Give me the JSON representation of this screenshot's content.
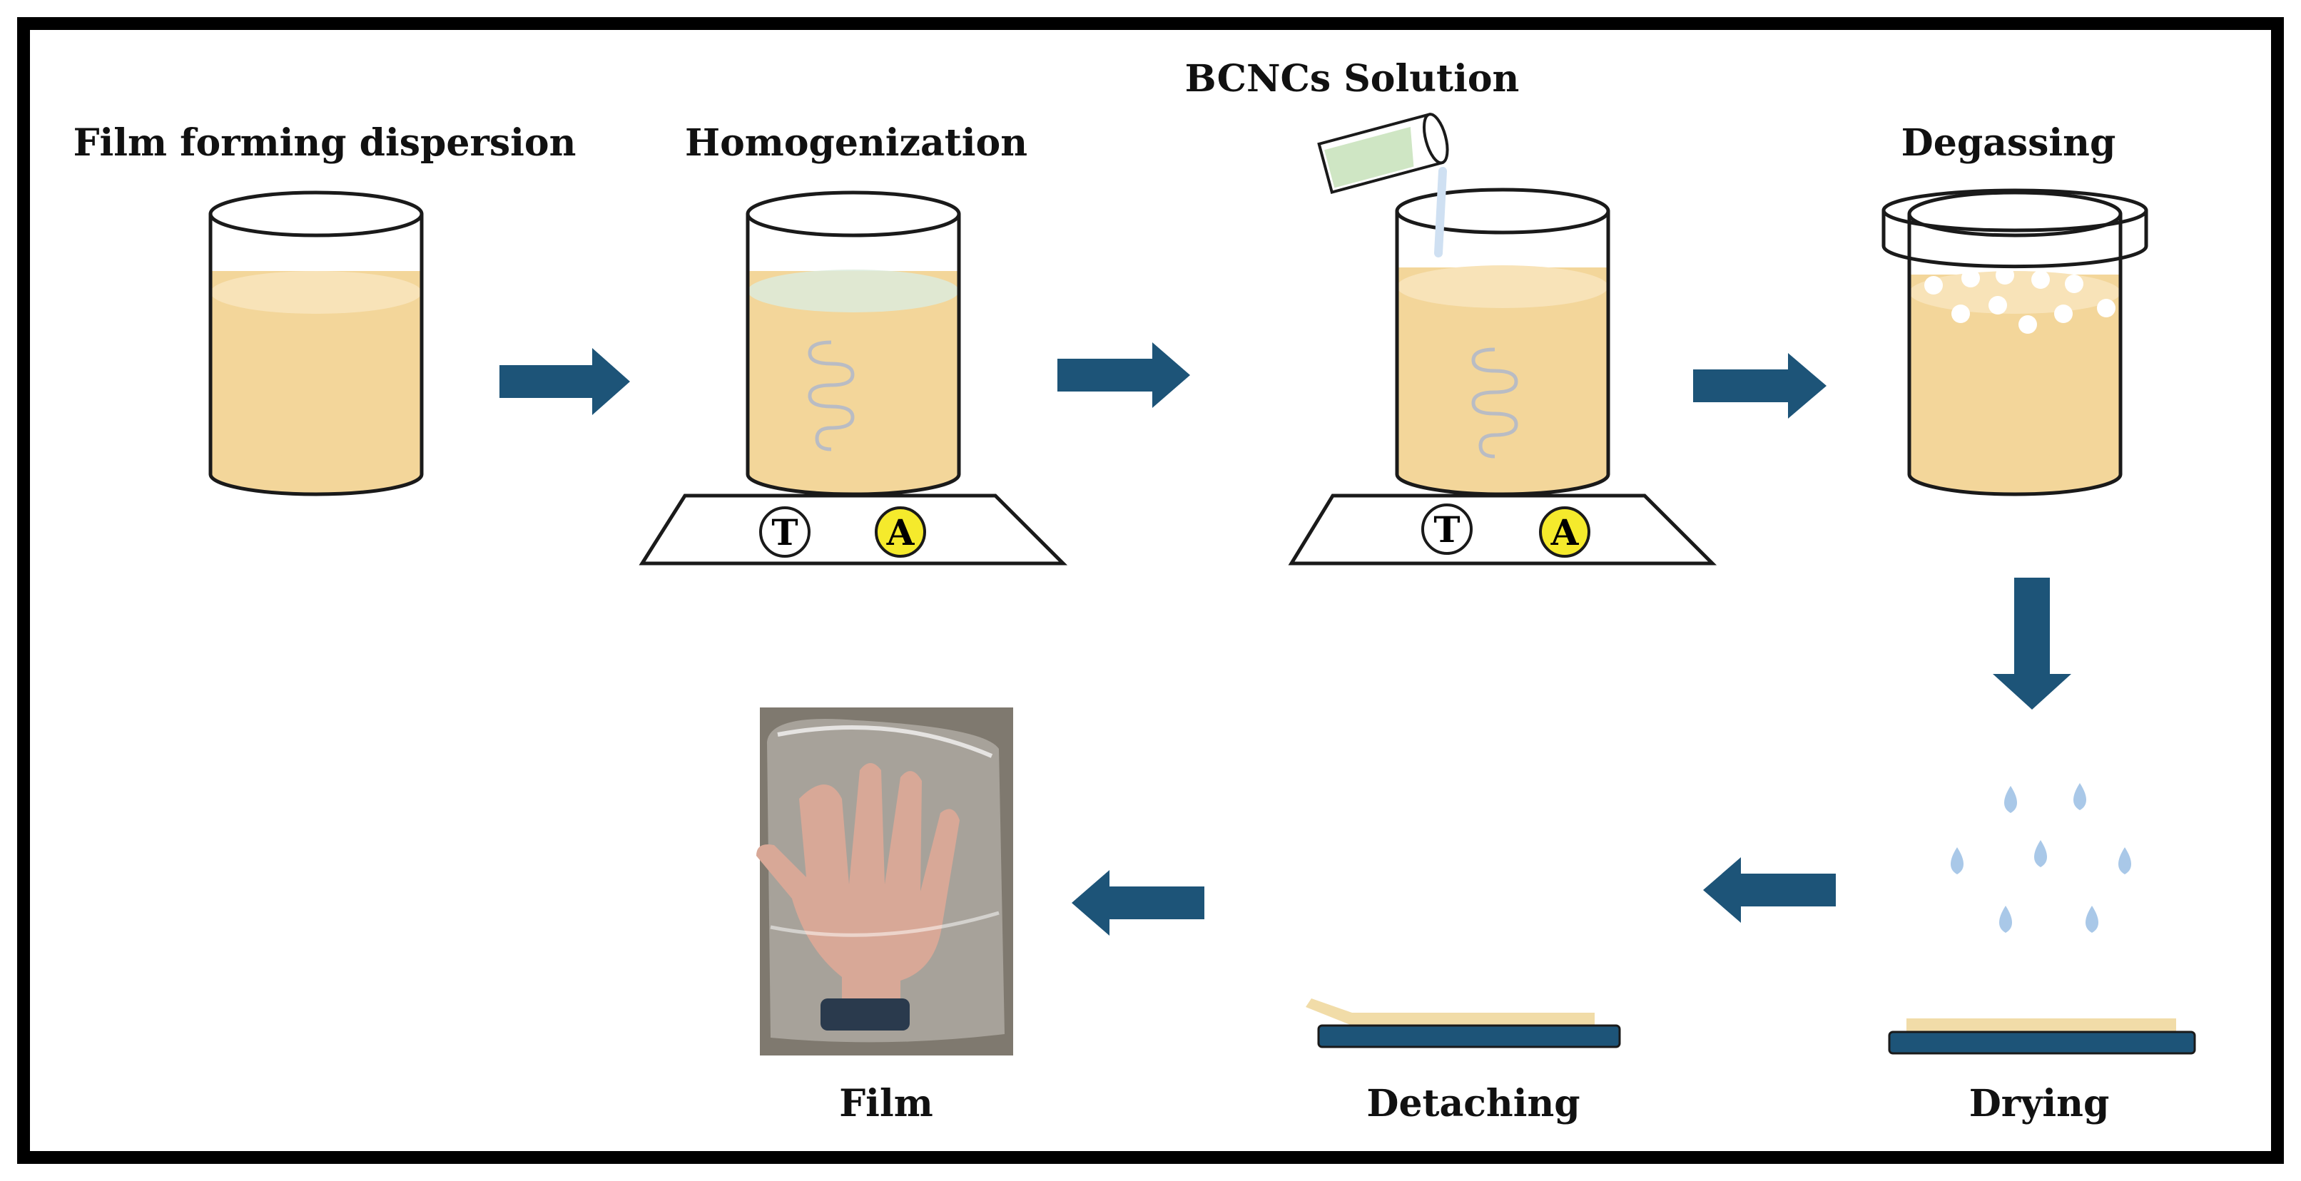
{
  "steps": {
    "film_forming_dispersion": "Film forming dispersion",
    "homogenization": "Homogenization",
    "bcncs_solution": "BCNCs Solution",
    "degassing": "Degassing",
    "drying": "Drying",
    "detaching": "Detaching",
    "film": "Film"
  },
  "stirrer_dials": {
    "temperature": "T",
    "agitation": "A"
  },
  "colors": {
    "liquid": "#f3d69a",
    "liquid_surface": "#f8e3b8",
    "arrow": "#1d5478",
    "plate": "#1d5478",
    "film_layer": "#f1dca8",
    "droplet": "#a9c8e8",
    "bubble": "#ffffff",
    "agitation_dial": "#f5ea2c",
    "bcncs_liquid": "#cfe6c4"
  }
}
